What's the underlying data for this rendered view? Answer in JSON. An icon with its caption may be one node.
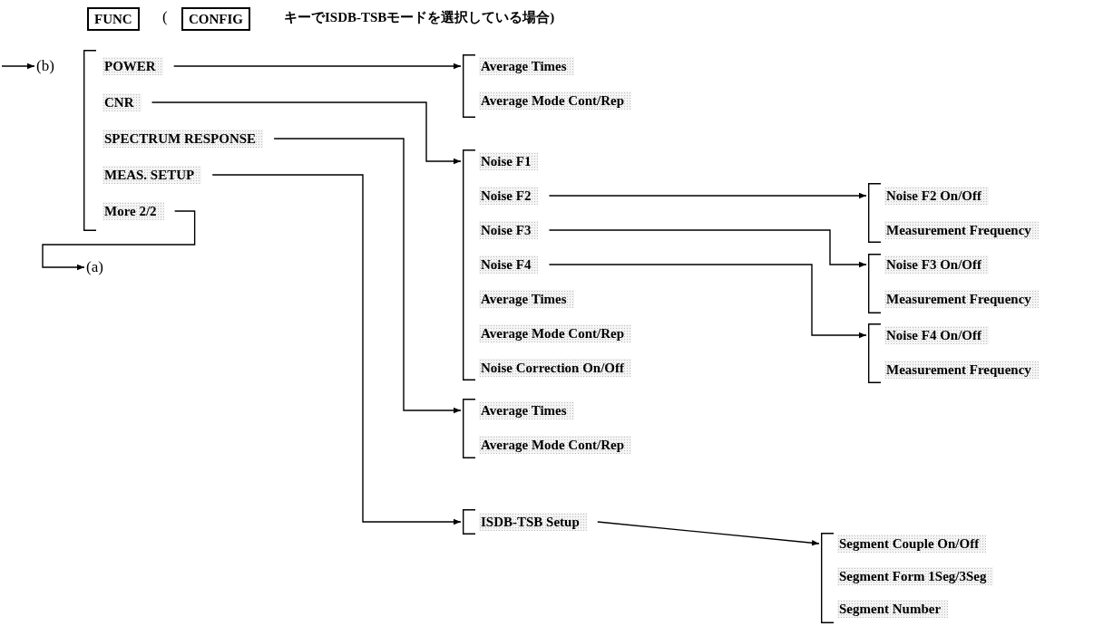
{
  "diagram": {
    "nodes": [
      {
        "text": [
          "FUNC"
        ]
      },
      {
        "text": [
          "CONFIG"
        ]
      },
      {
        "text": [
          "(b)"
        ]
      },
      {
        "text": [],
        "shape": "bracket"
      },
      {
        "text": [
          "POWER"
        ],
        "in": 3
      },
      {
        "text": [
          "CNR"
        ],
        "in": 3
      },
      {
        "text": [
          "SPECTRUM RESPONSE"
        ],
        "in": 3
      },
      {
        "text": [
          "MEAS. SETUP"
        ],
        "in": 3
      },
      {
        "text": [
          "More 2/2"
        ],
        "in": 3
      },
      {
        "text": [
          "(a)"
        ]
      },
      {
        "text": [],
        "shape": "bracket"
      },
      {
        "text": [
          "Average Times"
        ],
        "in": 10
      },
      {
        "text": [
          "Average Mode Cont/Rep"
        ],
        "in": 10
      },
      {
        "text": [],
        "shape": "bracket"
      },
      {
        "text": [
          "Noise F1"
        ],
        "in": 13
      },
      {
        "text": [
          "Noise F2"
        ],
        "in": 13
      },
      {
        "text": [
          "Noise F3"
        ],
        "in": 13
      },
      {
        "text": [
          "Noise F4"
        ],
        "in": 13
      },
      {
        "text": [
          "Average Times"
        ],
        "in": 13
      },
      {
        "text": [
          "Average Mode Cont/Rep"
        ],
        "in": 13
      },
      {
        "text": [
          "Noise Correction On/Off"
        ],
        "in": 13
      },
      {
        "text": [],
        "shape": "bracket"
      },
      {
        "text": [
          "Noise F2 On/Off"
        ],
        "in": 21
      },
      {
        "text": [
          "Measurement Frequency"
        ],
        "in": 21
      },
      {
        "text": [],
        "shape": "bracket"
      },
      {
        "text": [
          "Noise F3 On/Off"
        ],
        "in": 24
      },
      {
        "text": [
          "Measurement Frequency"
        ],
        "in": 24
      },
      {
        "text": [],
        "shape": "bracket"
      },
      {
        "text": [
          "Noise F4 On/Off"
        ],
        "in": 27
      },
      {
        "text": [
          "Measurement Frequency"
        ],
        "in": 27
      },
      {
        "text": [],
        "shape": "bracket"
      },
      {
        "text": [
          "Average Times"
        ],
        "in": 30
      },
      {
        "text": [
          "Average Mode Cont/Rep"
        ],
        "in": 30
      },
      {
        "text": [],
        "shape": "bracket"
      },
      {
        "text": [
          "ISDB-TSB Setup"
        ],
        "in": 33
      },
      {
        "text": [],
        "shape": "bracket"
      },
      {
        "text": [
          "Segment Couple On/Off"
        ],
        "in": 35
      },
      {
        "text": [
          "Segment Form 1Seg/3Seg"
        ],
        "in": 35
      },
      {
        "text": [
          "Segment Number"
        ],
        "in": 35
      }
    ],
    "edges": [
      {
        "from": null,
        "to": 2,
        "arrow": "to"
      },
      {
        "from": 4,
        "to": 10,
        "arrow": "to"
      },
      {
        "from": 5,
        "to": 13,
        "arrow": "to"
      },
      {
        "from": 6,
        "to": 30,
        "arrow": "to"
      },
      {
        "from": 7,
        "to": 33,
        "arrow": "to"
      },
      {
        "from": 8,
        "to": 9,
        "arrow": "to"
      },
      {
        "from": 15,
        "to": 21,
        "arrow": "to"
      },
      {
        "from": 16,
        "to": 24,
        "arrow": "to"
      },
      {
        "from": 17,
        "to": 27,
        "arrow": "to"
      },
      {
        "from": 34,
        "to": 35,
        "arrow": "to"
      }
    ],
    "labels": [
      "(",
      "キーでISDB-TSBモードを選択している場合)"
    ]
  }
}
